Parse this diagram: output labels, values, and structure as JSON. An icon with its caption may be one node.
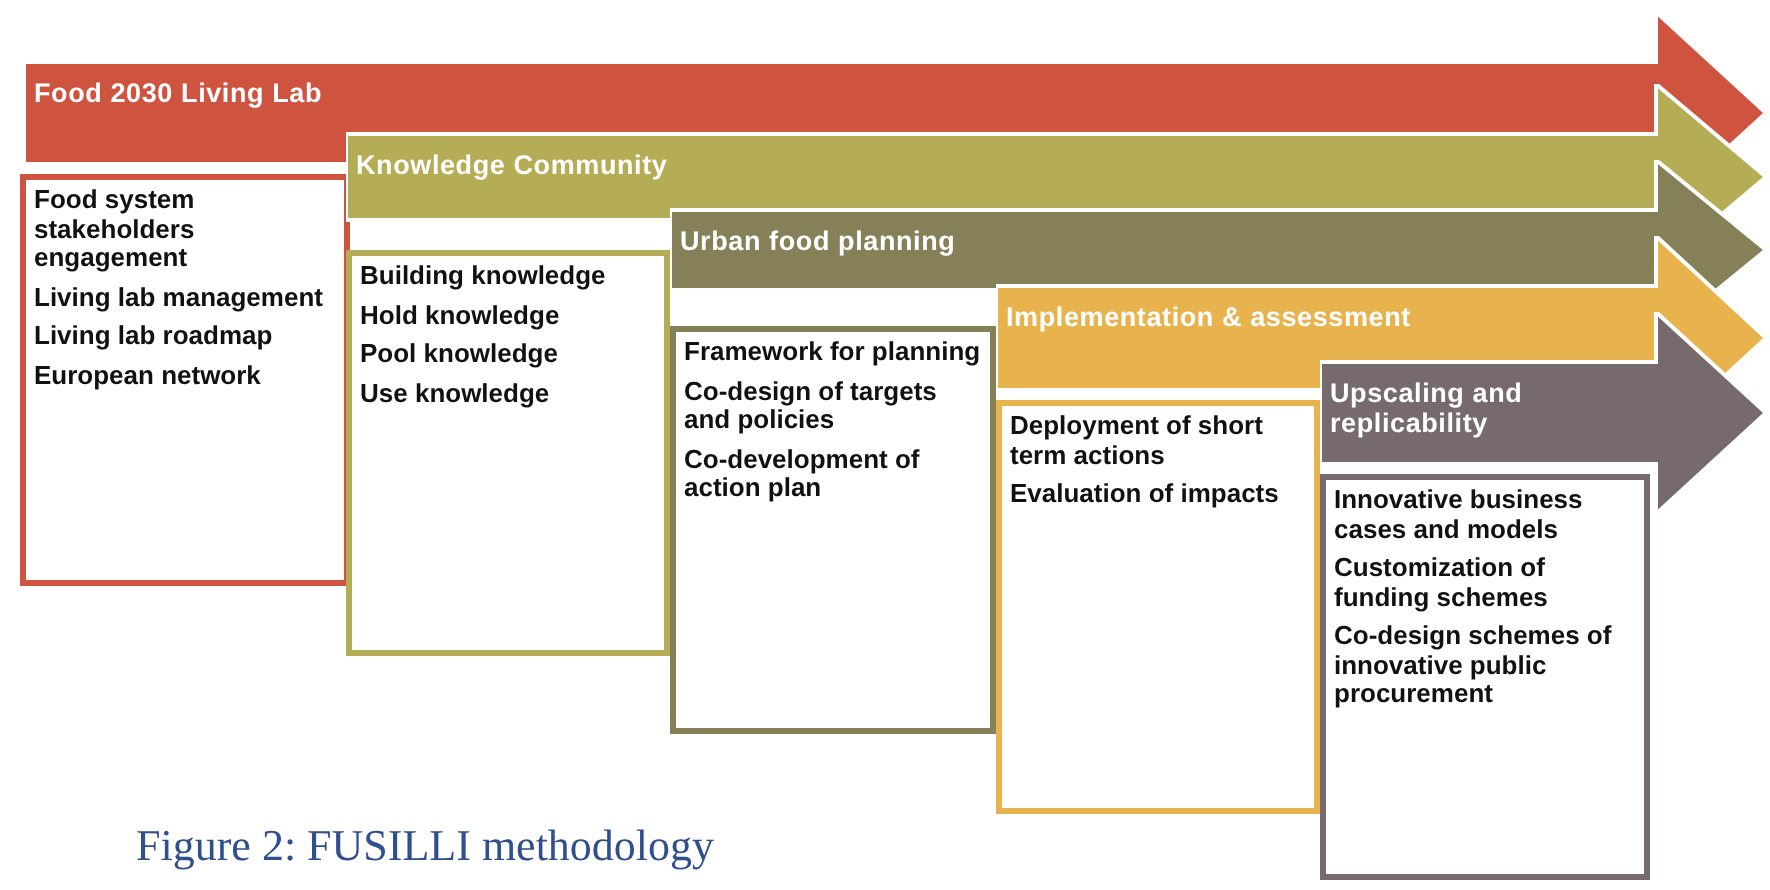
{
  "diagram": {
    "caption": "Figure 2: FUSILLI methodology",
    "nodes": [
      {
        "text": [
          "Food 2030 Living Lab"
        ]
      },
      {
        "text": [
          "Food system stakeholders engagement",
          "Living lab management",
          "Living lab roadmap",
          "European network"
        ]
      },
      {
        "text": [
          "Knowledge Community"
        ]
      },
      {
        "text": [
          "Building knowledge",
          "Hold knowledge",
          "Pool knowledge",
          "Use knowledge"
        ]
      },
      {
        "text": [
          "Urban food planning"
        ]
      },
      {
        "text": [
          "Framework for planning",
          "Co-design of targets and policies",
          "Co-development of action plan"
        ]
      },
      {
        "text": [
          "Implementation & assessment"
        ]
      },
      {
        "text": [
          "Deployment of short term actions",
          "Evaluation of impacts"
        ]
      },
      {
        "text": [
          "Upscaling and replicability"
        ]
      },
      {
        "text": [
          "Innovative business cases and models",
          "Customization of funding schemes",
          "Co-design schemes of innovative public procurement"
        ]
      }
    ]
  }
}
